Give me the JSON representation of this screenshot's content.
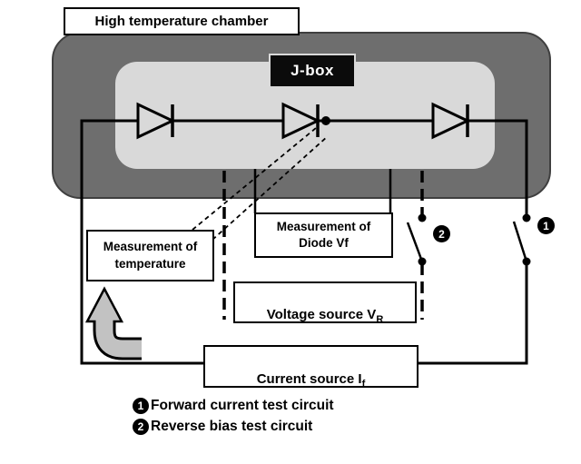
{
  "diagram": {
    "chamber_label": "High temperature chamber",
    "jbox_label": "J-box",
    "diodes": 3,
    "boxes": {
      "vf": {
        "line1": "Measurement of",
        "line2": "Diode Vf"
      },
      "temperature": {
        "line1": "Measurement of",
        "line2": "temperature"
      },
      "voltage": {
        "text": "Voltage source V",
        "sub": "R"
      },
      "current": {
        "text": "Current source I",
        "sub": "f"
      }
    },
    "markers": {
      "forward": "1",
      "reverse": "2"
    },
    "legend": [
      {
        "num": "1",
        "text": "Forward current test circuit"
      },
      {
        "num": "2",
        "text": "Reverse bias test circuit"
      }
    ],
    "colors": {
      "chamber": "#6e6e6e",
      "chamber_edge": "#3f3f3f",
      "inner_box": "#d9d9d9",
      "arrow_fill": "#c2c2c2",
      "line": "#000000"
    }
  }
}
